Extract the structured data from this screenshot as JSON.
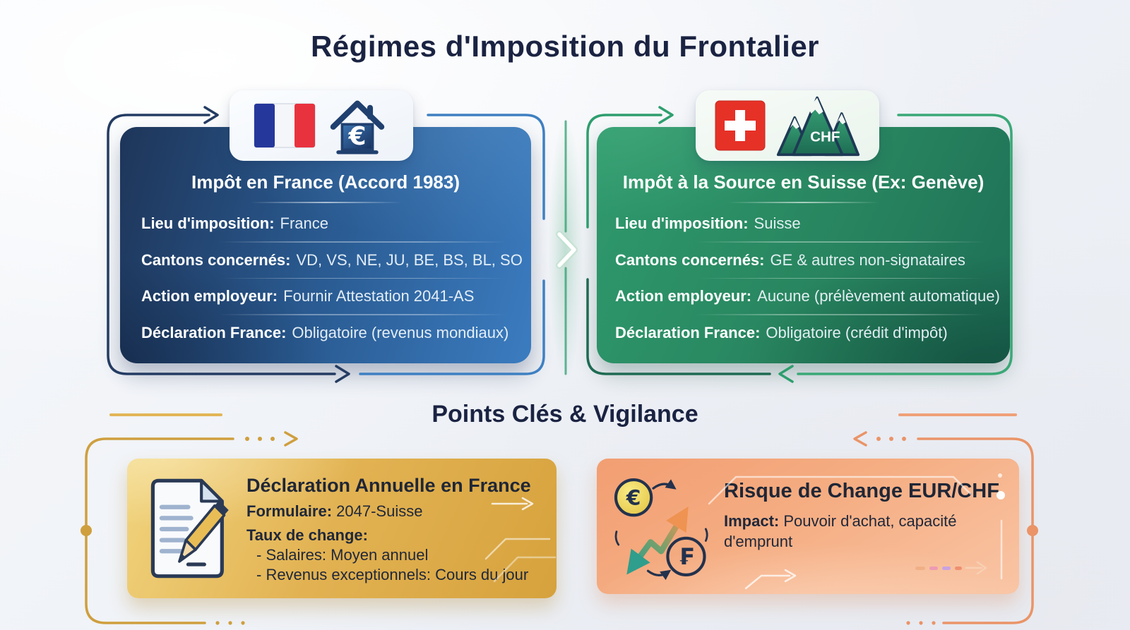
{
  "title": "Régimes d'Imposition du Frontalier",
  "section": {
    "title": "Points Clés & Vigilance"
  },
  "icons": {
    "euro": "€",
    "franc": "₣",
    "chf": "CHF"
  },
  "colors": {
    "navy_text": "#1a2342",
    "france_card_blue": "#2a5f9e",
    "suisse_card_green": "#27845f",
    "gold_card": "#e2b252",
    "orange_card": "#f5ad82",
    "frame_navy": "#243c63",
    "frame_blue": "#3f80c2",
    "frame_green": "#2e9e6e",
    "bracket_gold": "#cf9f3e",
    "bracket_orange": "#ea9468",
    "flag_france_blue": "#26379c",
    "flag_red": "#e8333f",
    "flag_swiss_red": "#e63127"
  },
  "cards": {
    "france": {
      "title": "Impôt en France (Accord 1983)",
      "rows": [
        {
          "label": "Lieu d'imposition:",
          "value": "France"
        },
        {
          "label": "Cantons concernés:",
          "value": "VD, VS, NE, JU, BE, BS, BL, SO"
        },
        {
          "label": "Action employeur:",
          "value": "Fournir Attestation 2041-AS"
        },
        {
          "label": "Déclaration France:",
          "value": "Obligatoire (revenus mondiaux)"
        }
      ]
    },
    "suisse": {
      "title": "Impôt à la Source en Suisse (Ex: Genève)",
      "rows": [
        {
          "label": "Lieu d'imposition:",
          "value": "Suisse"
        },
        {
          "label": "Cantons concernés:",
          "value": "GE & autres non-signataires"
        },
        {
          "label": "Action employeur:",
          "value": "Aucune (prélèvement automatique)"
        },
        {
          "label": "Déclaration France:",
          "value": "Obligatoire (crédit d'impôt)"
        }
      ]
    }
  },
  "key_points": {
    "declaration": {
      "title": "Déclaration Annuelle en France",
      "form_label": "Formulaire:",
      "form_value": "2047-Suisse",
      "rate_label": "Taux de change:",
      "rate_items": [
        "- Salaires: Moyen annuel",
        "- Revenus exceptionnels: Cours du jour"
      ]
    },
    "change": {
      "title": "Risque de Change EUR/CHF",
      "impact_label": "Impact:",
      "impact_value": "Pouvoir d'achat, capacité d'emprunt"
    }
  }
}
